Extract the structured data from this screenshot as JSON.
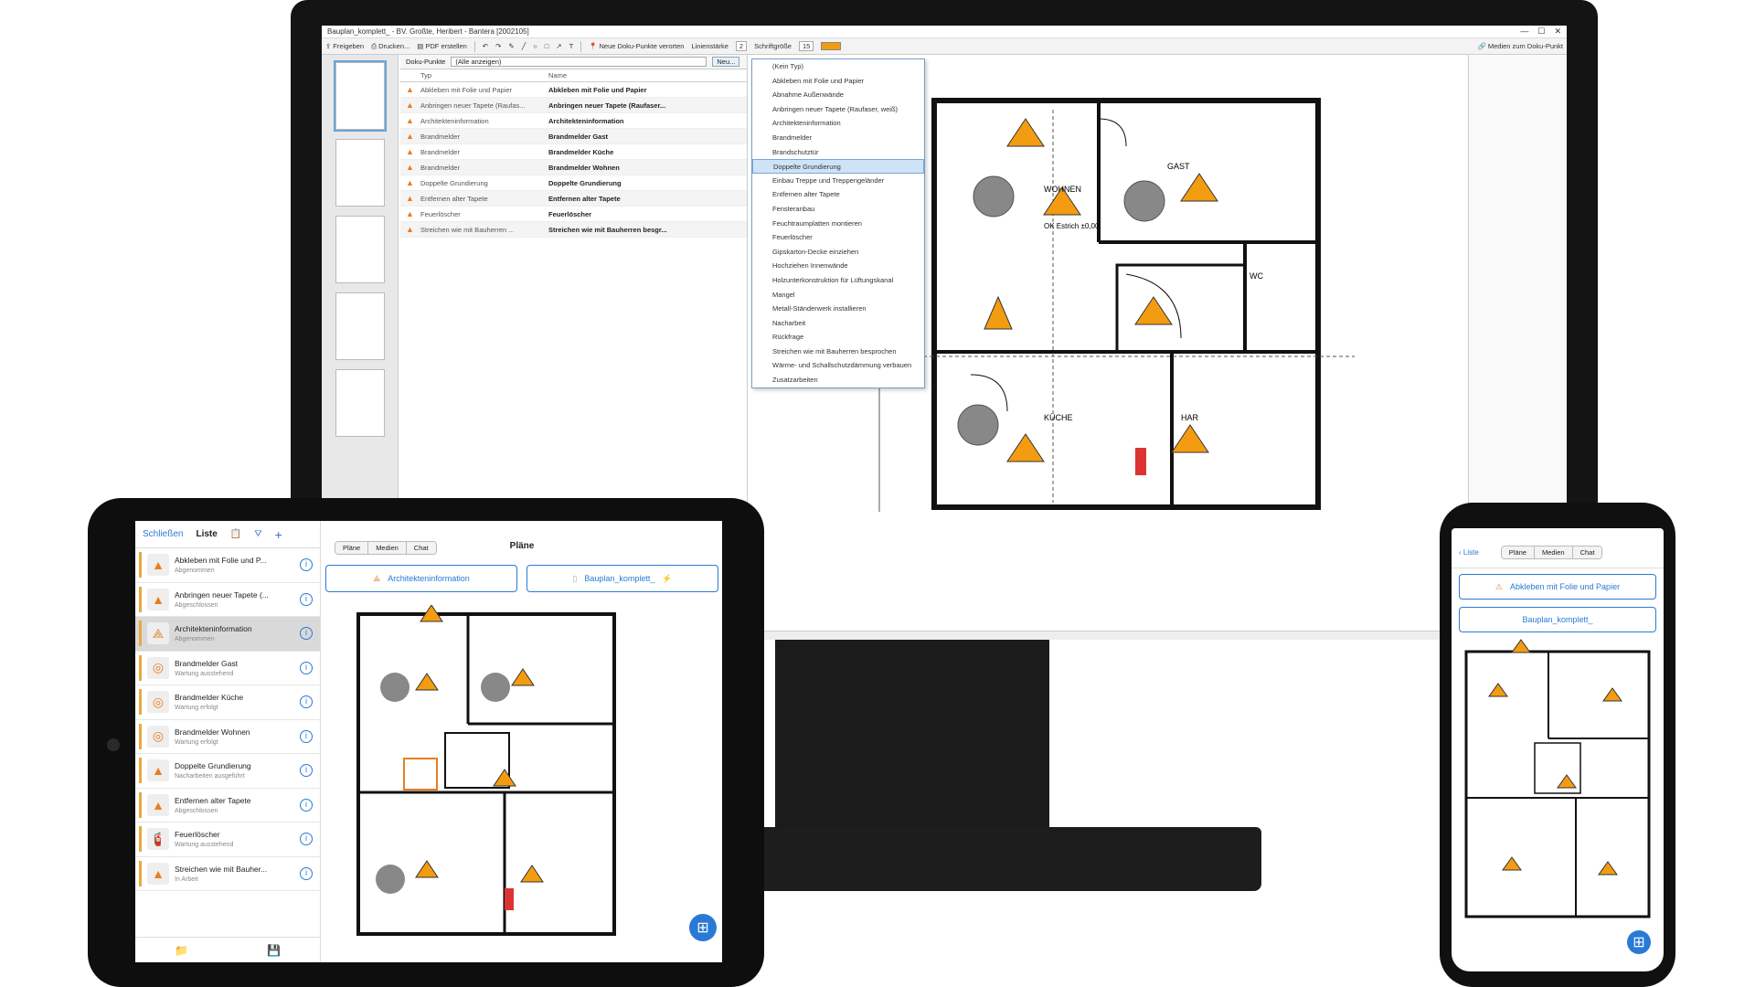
{
  "desktop": {
    "title": "Bauplan_komplett_ - BV. Großte, Heribert - Bantera [2002105]",
    "toolbar": {
      "share": "Freigeben",
      "print": "Drucken...",
      "pdf": "PDF erstellen",
      "new_points": "Neue Doku-Punkte verorten",
      "line_width_label": "Linienstärke",
      "line_width_value": "2",
      "font_size_label": "Schriftgröße",
      "font_size_value": "15",
      "accent_color": "#f39c12",
      "media_link": "Medien zum Doku-Punkt"
    },
    "list": {
      "filter_label": "Doku-Punkte",
      "filter_value": "(Alle anzeigen)",
      "new_button": "Neu...",
      "col_type": "Typ",
      "col_name": "Name",
      "rows": [
        {
          "type": "Abkleben mit Folie und Papier",
          "name": "Abkleben mit Folie und Papier"
        },
        {
          "type": "Anbringen neuer Tapete (Raufas...",
          "name": "Anbringen neuer Tapete (Raufaser..."
        },
        {
          "type": "Architekteninformation",
          "name": "Architekteninformation"
        },
        {
          "type": "Brandmelder",
          "name": "Brandmelder Gast"
        },
        {
          "type": "Brandmelder",
          "name": "Brandmelder Küche"
        },
        {
          "type": "Brandmelder",
          "name": "Brandmelder Wohnen"
        },
        {
          "type": "Doppelte Grundierung",
          "name": "Doppelte Grundierung"
        },
        {
          "type": "Entfernen alter Tapete",
          "name": "Entfernen alter Tapete"
        },
        {
          "type": "Feuerlöscher",
          "name": "Feuerlöscher"
        },
        {
          "type": "Streichen wie mit Bauherren ...",
          "name": "Streichen wie mit Bauherren besgr..."
        }
      ]
    },
    "dropdown": {
      "selected_index": 7,
      "items": [
        "(Kein Typ)",
        "Abkleben mit Folie und Papier",
        "Abnahme Außenwände",
        "Anbringen neuer Tapete (Raufaser, weiß)",
        "Architekteninformation",
        "Brandmelder",
        "Brandschutztür",
        "Doppelte Grundierung",
        "Einbau Treppe und Treppengeländer",
        "Entfernen alter Tapete",
        "Fensteranbau",
        "Feuchtraumplatten montieren",
        "Feuerlöscher",
        "Gipskarton-Decke einziehen",
        "Hochziehen Innenwände",
        "Holzunterkonstruktion für Lüftungskanal",
        "Mangel",
        "Metall-Ständerwerk installieren",
        "Nacharbeit",
        "Rückfrage",
        "Streichen wie mit Bauherren besprochen",
        "Wärme- und Schallschutzdämmung verbauen",
        "Zusatzarbeiten"
      ]
    },
    "plan_labels": {
      "room1": "WOHNEN",
      "room2": "GAST",
      "room3": "WC",
      "room4": "KÜCHE",
      "room5": "HAR",
      "ok": "OK Estrich ±0,00"
    }
  },
  "tablet": {
    "header": {
      "close": "Schließen",
      "title": "Liste"
    },
    "tabs": [
      "Pläne",
      "Medien",
      "Chat"
    ],
    "main_title": "Pläne",
    "pill_left": "Architekteninformation",
    "pill_right": "Bauplan_komplett_",
    "items": [
      {
        "name": "Abkleben mit Folie und P...",
        "status": "Abgenommen"
      },
      {
        "name": "Anbringen neuer Tapete (...",
        "status": "Abgeschlossen"
      },
      {
        "name": "Architekteninformation",
        "status": "Abgenommen"
      },
      {
        "name": "Brandmelder Gast",
        "status": "Wartung ausstehend"
      },
      {
        "name": "Brandmelder Küche",
        "status": "Wartung erfolgt"
      },
      {
        "name": "Brandmelder Wohnen",
        "status": "Wartung erfolgt"
      },
      {
        "name": "Doppelte Grundierung",
        "status": "Nacharbeiten ausgeführt"
      },
      {
        "name": "Entfernen alter Tapete",
        "status": "Abgeschlossen"
      },
      {
        "name": "Feuerlöscher",
        "status": "Wartung ausstehend"
      },
      {
        "name": "Streichen wie mit Bauher...",
        "status": "In Arbeit"
      }
    ]
  },
  "phone": {
    "back": "Liste",
    "tabs": [
      "Pläne",
      "Medien",
      "Chat"
    ],
    "pill1": "Abkleben mit Folie und Papier",
    "pill2": "Bauplan_komplett_"
  }
}
